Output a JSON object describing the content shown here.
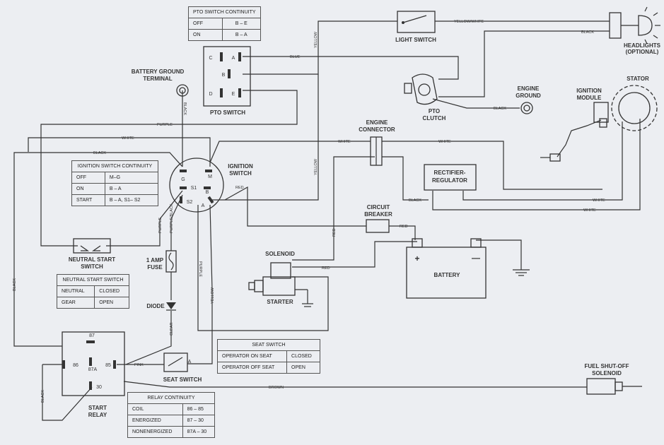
{
  "labels": {
    "light_switch": "LIGHT SWITCH",
    "headlights": "HEADLIGHTS",
    "headlights_opt": "(OPTIONAL)",
    "battery_ground_1": "BATTERY GROUND",
    "battery_ground_2": "TERMINAL",
    "pto_switch": "PTO SWITCH",
    "pto_clutch_1": "PTO",
    "pto_clutch_2": "CLUTCH",
    "engine_ground_1": "ENGINE",
    "engine_ground_2": "GROUND",
    "ignition_module_1": "IGNITION",
    "ignition_module_2": "MODULE",
    "stator": "STATOR",
    "engine_connector_1": "ENGINE",
    "engine_connector_2": "CONNECTOR",
    "ignition_switch_1": "IGNITION",
    "ignition_switch_2": "SWITCH",
    "rectifier_1": "RECTIFIER-",
    "rectifier_2": "REGULATOR",
    "circuit_breaker_1": "CIRCUIT",
    "circuit_breaker_2": "BREAKER",
    "solenoid": "SOLENOID",
    "battery": "BATTERY",
    "starter": "STARTER",
    "neutral_start_1": "NEUTRAL START",
    "neutral_start_2": "SWITCH",
    "fuse_1": "1 AMP",
    "fuse_2": "FUSE",
    "diode": "DIODE",
    "seat_switch": "SEAT SWITCH",
    "start_relay_1": "START",
    "start_relay_2": "RELAY",
    "fuel_shutoff_1": "FUEL SHUT-OFF",
    "fuel_shutoff_2": "SOLENOID",
    "battery_plus": "+",
    "battery_minus": "—"
  },
  "pins": {
    "pto_c": "C",
    "pto_a": "A",
    "pto_b": "B",
    "pto_d": "D",
    "pto_e": "E",
    "ign_g": "G",
    "ign_m": "M",
    "ign_s1": "S1",
    "ign_b": "B",
    "ign_s2": "S2",
    "ign_a": "A",
    "relay_87": "87",
    "relay_86": "86",
    "relay_87a": "87A",
    "relay_85": "85",
    "relay_30": "30",
    "seat_a": "A"
  },
  "wires": {
    "blue": "BLUE",
    "yellow": "YELLOW",
    "yellow_white": "YELLOW/WHITE",
    "black": "BLACK",
    "purple": "PURPLE",
    "white": "WHITE",
    "red": "RED",
    "purple_black": "PURPLE/BLACK",
    "clear": "CLEAR",
    "pink": "PINK",
    "brown": "BROWN"
  },
  "tables": {
    "pto": {
      "title": "PTO SWITCH CONTINUITY",
      "rows": [
        [
          "OFF",
          "B – E"
        ],
        [
          "ON",
          "B – A"
        ]
      ]
    },
    "ignition": {
      "title": "IGNITION SWITCH CONTINUITY",
      "rows": [
        [
          "OFF",
          "M–G"
        ],
        [
          "ON",
          "B – A"
        ],
        [
          "START",
          "B – A, S1– S2"
        ]
      ]
    },
    "neutral": {
      "title": "NEUTRAL START SWITCH",
      "rows": [
        [
          "NEUTRAL",
          "CLOSED"
        ],
        [
          "GEAR",
          "OPEN"
        ]
      ]
    },
    "seat": {
      "title": "SEAT SWITCH",
      "rows": [
        [
          "OPERATOR ON SEAT",
          "CLOSED"
        ],
        [
          "OPERATOR OFF SEAT",
          "OPEN"
        ]
      ]
    },
    "relay": {
      "title": "RELAY CONTINUITY",
      "rows": [
        [
          "COIL",
          "86 – 85"
        ],
        [
          "ENERGIZED",
          "87 – 30"
        ],
        [
          "NONENERGIZED",
          "87A – 30"
        ]
      ]
    }
  }
}
